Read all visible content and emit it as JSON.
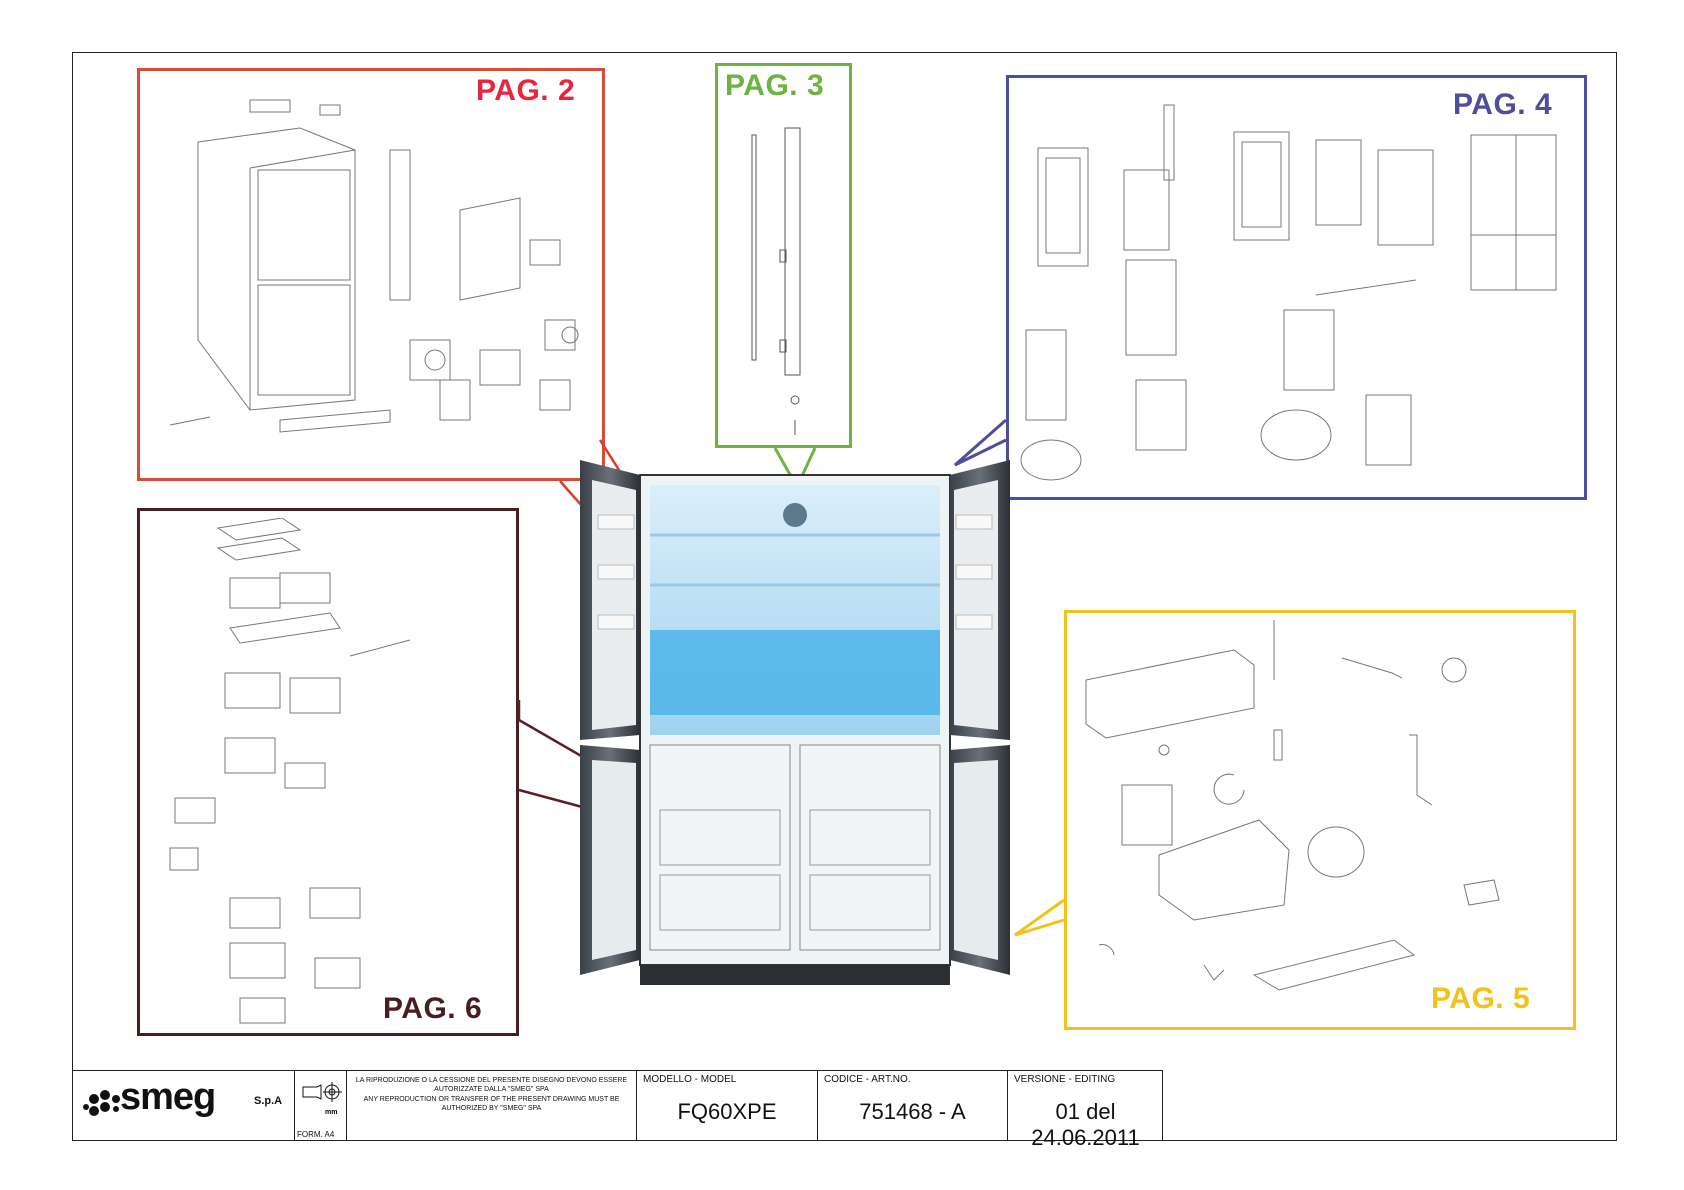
{
  "colors": {
    "pag2": "#e8243e",
    "pag3": "#6cb33f",
    "pag4": "#4d4f9c",
    "pag5": "#f2c218",
    "pag6": "#4a1d1f",
    "frame2": "#d94a38",
    "frame3": "#6cb33f",
    "frame4": "#4d4f9c",
    "frame5": "#f2c218",
    "frame6": "#4a1d1f"
  },
  "callouts": {
    "pag2": "PAG. 2",
    "pag3": "PAG. 3",
    "pag4": "PAG. 4",
    "pag5": "PAG. 5",
    "pag6": "PAG. 6"
  },
  "title_block": {
    "brand": "smeg",
    "brand_suffix": "S.p.A",
    "form_label": "FORM. A4",
    "mm_label": "mm",
    "notice_it": "LA RIPRODUZIONE O LA CESSIONE DEL PRESENTE DISEGNO DEVONO ESSERE AUTORIZZATE DALLA \"SMEG\" SPA",
    "notice_en": "ANY REPRODUCTION OR TRANSFER OF THE PRESENT DRAWING MUST BE AUTHORIZED BY \"SMEG\" SPA",
    "model_caption": "MODELLO - MODEL",
    "model_value": "FQ60XPE",
    "code_caption": "CODICE - ART.NO.",
    "code_value": "751468 - A",
    "version_caption": "VERSIONE - EDITING",
    "version_value": "01 del 24.06.2011"
  }
}
